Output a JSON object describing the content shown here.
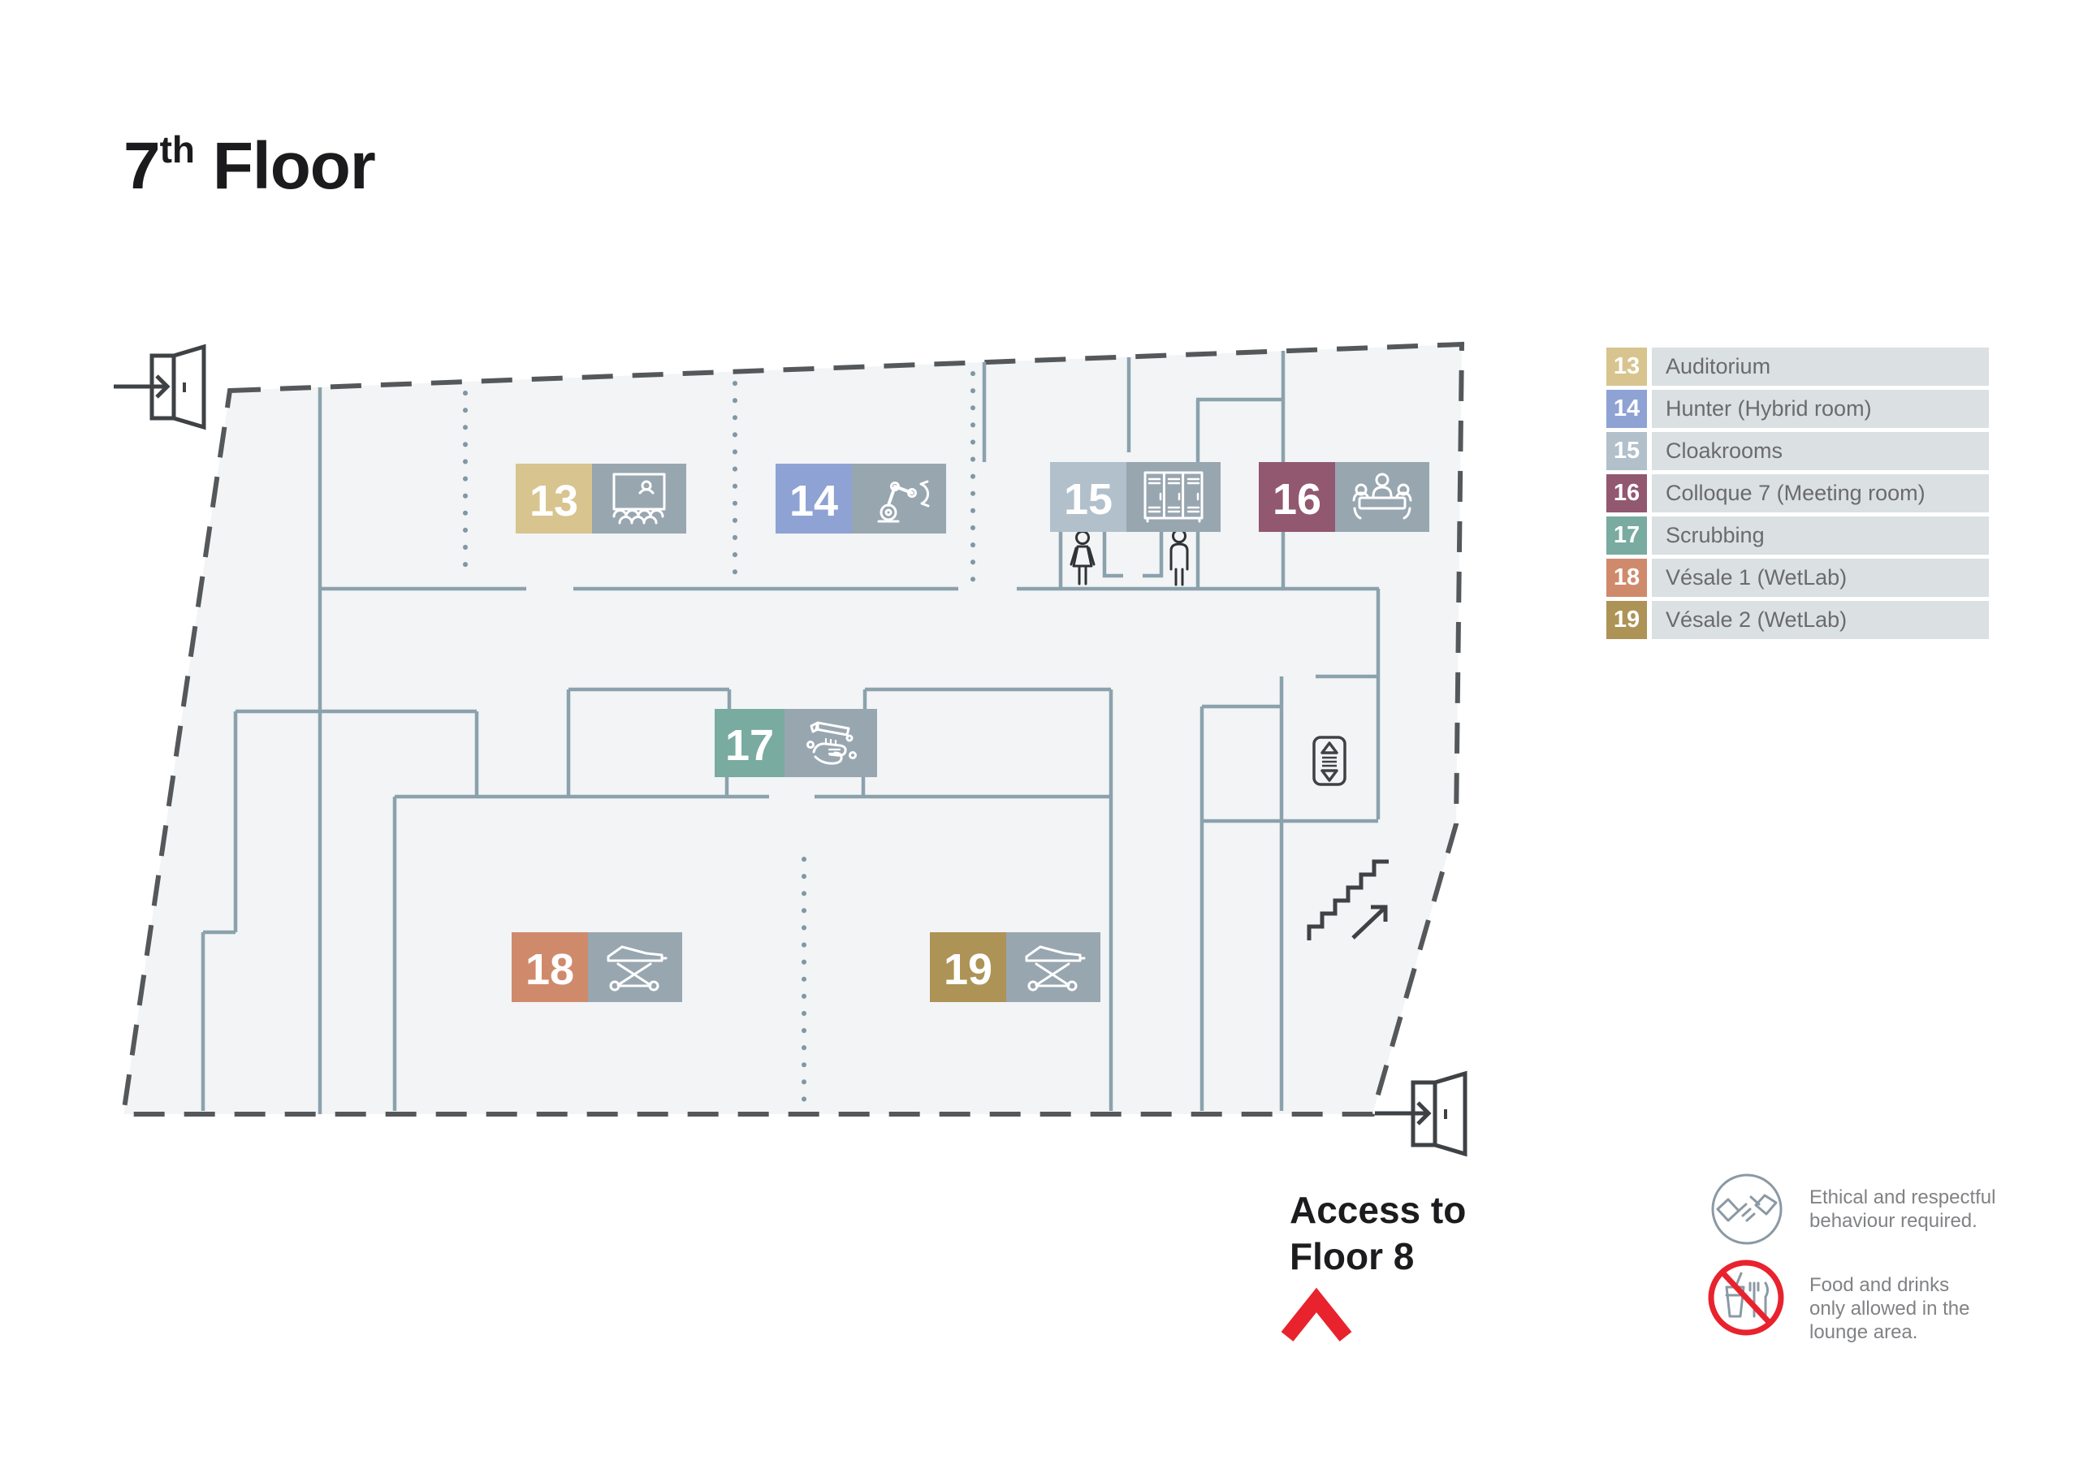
{
  "title": {
    "number": "7",
    "ordinal": "th",
    "word": "Floor"
  },
  "legend": [
    {
      "number": "13",
      "label": "Auditorium",
      "color": "#d8c48e"
    },
    {
      "number": "14",
      "label": "Hunter (Hybrid room)",
      "color": "#8ea2d4"
    },
    {
      "number": "15",
      "label": "Cloakrooms",
      "color": "#b1c0cb"
    },
    {
      "number": "16",
      "label": "Colloque 7 (Meeting room)",
      "color": "#92586f"
    },
    {
      "number": "17",
      "label": "Scrubbing",
      "color": "#79aba0"
    },
    {
      "number": "18",
      "label": "Vésale 1 (WetLab)",
      "color": "#cf8a6c"
    },
    {
      "number": "19",
      "label": "Vésale 2 (WetLab)",
      "color": "#ad9356"
    }
  ],
  "map": {
    "rooms": [
      {
        "number": "13",
        "icon": "auditorium-icon",
        "color": "#d8c48e"
      },
      {
        "number": "14",
        "icon": "robot-arm-icon",
        "color": "#8ea2d4"
      },
      {
        "number": "15",
        "icon": "lockers-icon",
        "color": "#b1c0cb"
      },
      {
        "number": "16",
        "icon": "meeting-table-icon",
        "color": "#92586f"
      },
      {
        "number": "17",
        "icon": "hand-washing-icon",
        "color": "#79aba0"
      },
      {
        "number": "18",
        "icon": "stretcher-icon",
        "color": "#cf8a6c"
      },
      {
        "number": "19",
        "icon": "stretcher-icon",
        "color": "#ad9356"
      }
    ]
  },
  "access": {
    "line1": "Access to",
    "line2": "Floor 8",
    "arrow_color": "#e8232e"
  },
  "notes": [
    {
      "icon": "handshake-icon",
      "lines": [
        "Ethical and respectful",
        "behaviour required."
      ]
    },
    {
      "icon": "no-food-drinks-icon",
      "lines": [
        "Food and drinks",
        "only allowed in the",
        "lounge area."
      ]
    }
  ],
  "colors": {
    "wall": "#8ba2ad",
    "outline": "#55585a",
    "floor_fill": "#f2f4f5",
    "icon_block": "#98a6b0",
    "legend_row_bg": "#dbe0e2",
    "legend_text": "#6a6b6d",
    "note_text": "#808285",
    "accent_red": "#e8232e",
    "dark_icon": "#3f4245"
  }
}
